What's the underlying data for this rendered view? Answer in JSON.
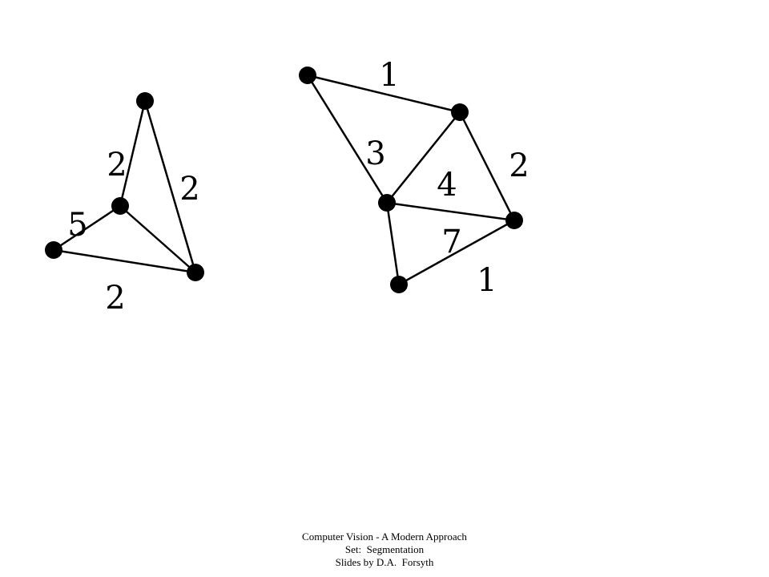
{
  "graph": {
    "components": [
      {
        "nodes": [
          "a",
          "b",
          "c",
          "d"
        ],
        "edges": [
          {
            "from": "a",
            "to": "b",
            "weight": "2"
          },
          {
            "from": "a",
            "to": "d",
            "weight": "2"
          },
          {
            "from": "b",
            "to": "c",
            "weight": "5"
          },
          {
            "from": "b",
            "to": "d",
            "weight": ""
          },
          {
            "from": "c",
            "to": "d",
            "weight": "2"
          }
        ]
      },
      {
        "nodes": [
          "e",
          "f",
          "g",
          "h",
          "i"
        ],
        "edges": [
          {
            "from": "e",
            "to": "f",
            "weight": "1"
          },
          {
            "from": "e",
            "to": "g",
            "weight": "3"
          },
          {
            "from": "f",
            "to": "g",
            "weight": "4"
          },
          {
            "from": "f",
            "to": "h",
            "weight": "2"
          },
          {
            "from": "g",
            "to": "h",
            "weight": "7"
          },
          {
            "from": "g",
            "to": "i",
            "weight": ""
          },
          {
            "from": "i",
            "to": "h",
            "weight": "1"
          }
        ]
      }
    ]
  },
  "footer": {
    "line1": "Computer Vision - A Modern Approach",
    "line2": "Set:  Segmentation",
    "line3": "Slides by D.A.  Forsyth"
  }
}
